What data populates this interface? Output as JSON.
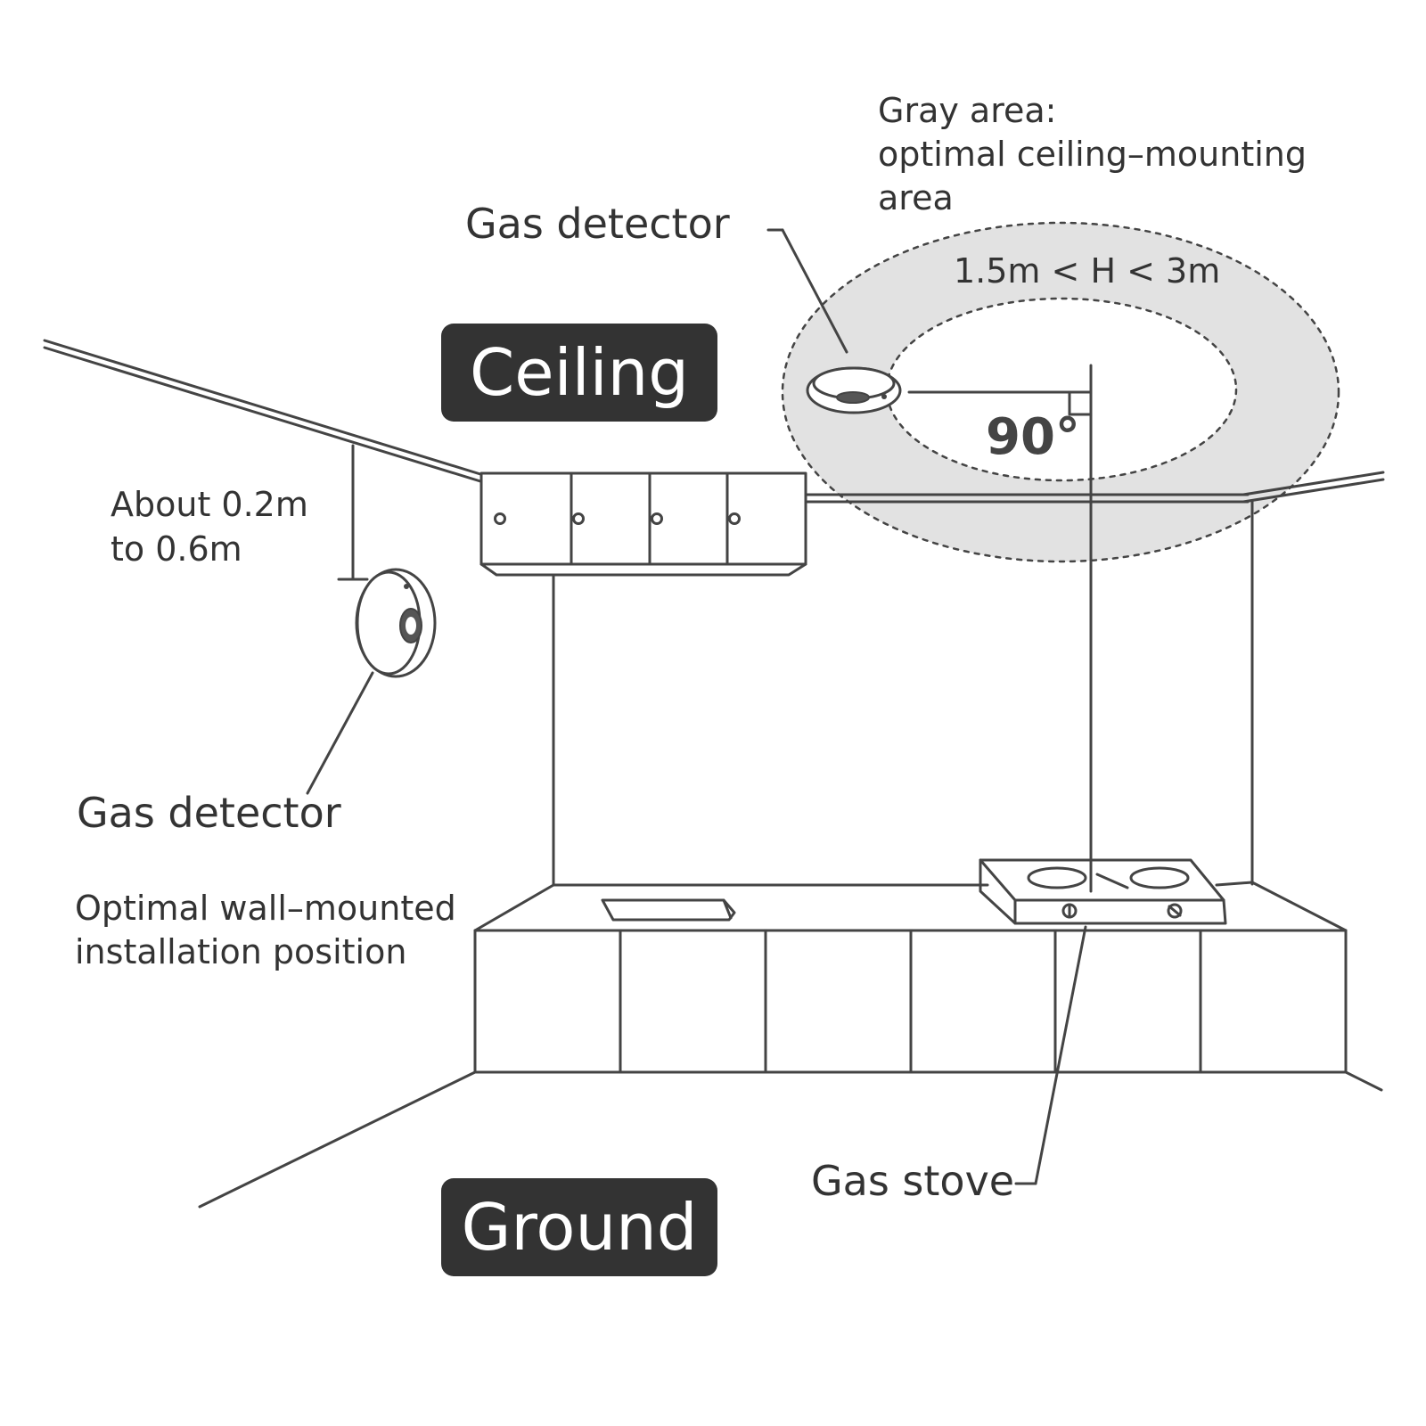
{
  "labels": {
    "ceiling": "Ceiling",
    "ground": "Ground",
    "gas_detector_ceiling": "Gas detector",
    "gas_detector_wall": "Gas detector",
    "gray_area_line1": "Gray area:",
    "gray_area_line2": "optimal ceiling–mounting",
    "gray_area_line3": "area",
    "height_range": "1.5m < H < 3m",
    "angle": "90°",
    "distance_line1": "About 0.2m",
    "distance_line2": "to 0.6m",
    "wall_position_line1": "Optimal wall–mounted",
    "wall_position_line2": "installation position",
    "gas_stove": "Gas stove"
  },
  "colors": {
    "line": "#444444",
    "gray_area": "#e2e2e2",
    "badge_bg": "#333333",
    "badge_text": "#ffffff"
  }
}
